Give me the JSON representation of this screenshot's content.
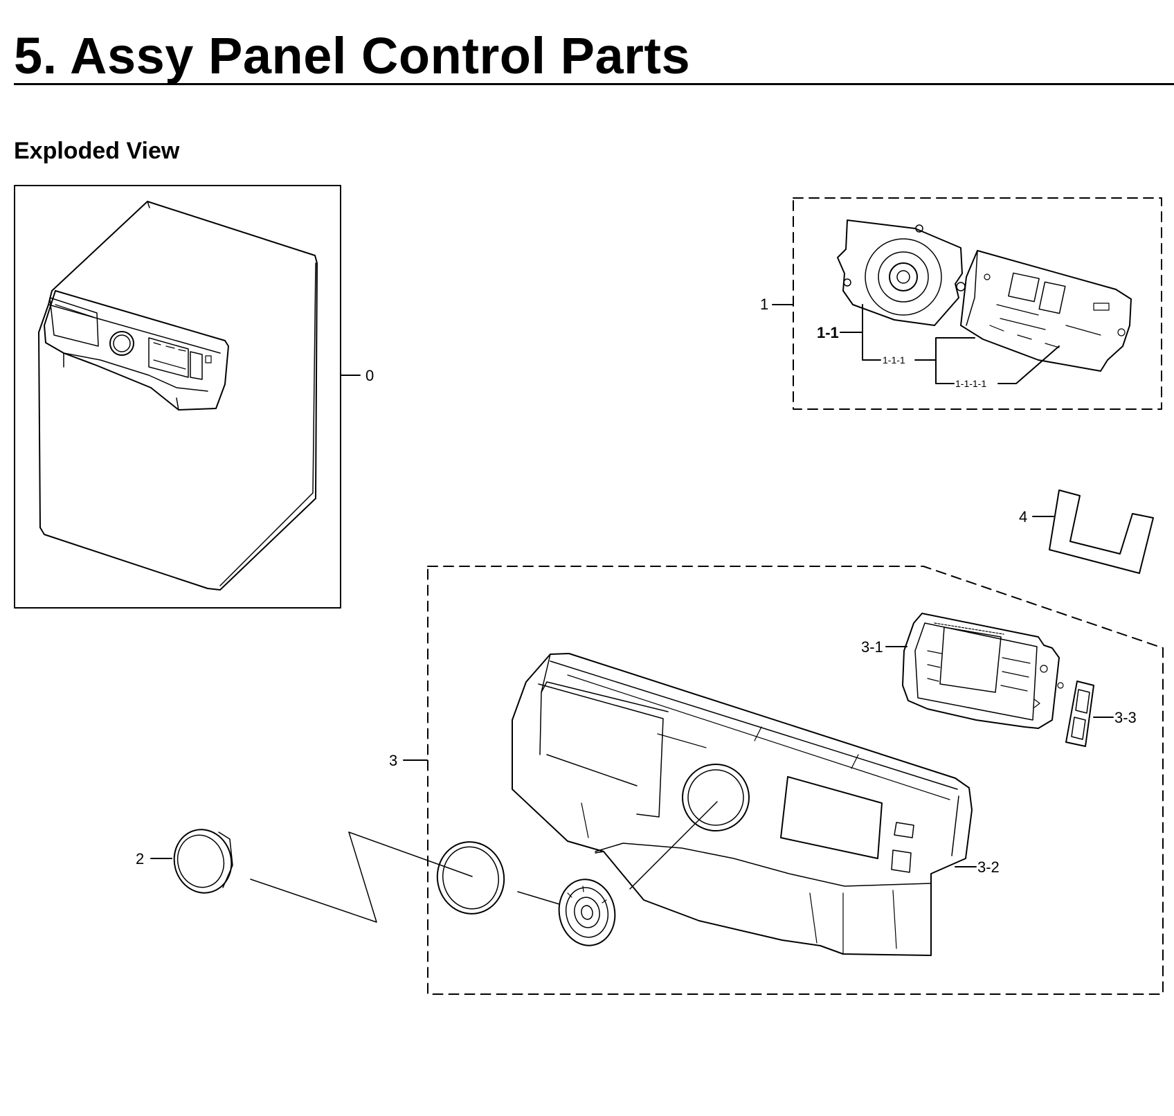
{
  "header": {
    "title": "5.  Assy Panel Control Parts",
    "section": "Exploded View"
  },
  "callouts": {
    "c0": "0",
    "c1": "1",
    "c1_1": "1-1",
    "c1_1_1": "1-1-1",
    "c1_1_1_1": "1-1-1-1",
    "c2": "2",
    "c3": "3",
    "c3_1": "3-1",
    "c3_2": "3-2",
    "c3_3": "3-3",
    "c4": "4"
  }
}
